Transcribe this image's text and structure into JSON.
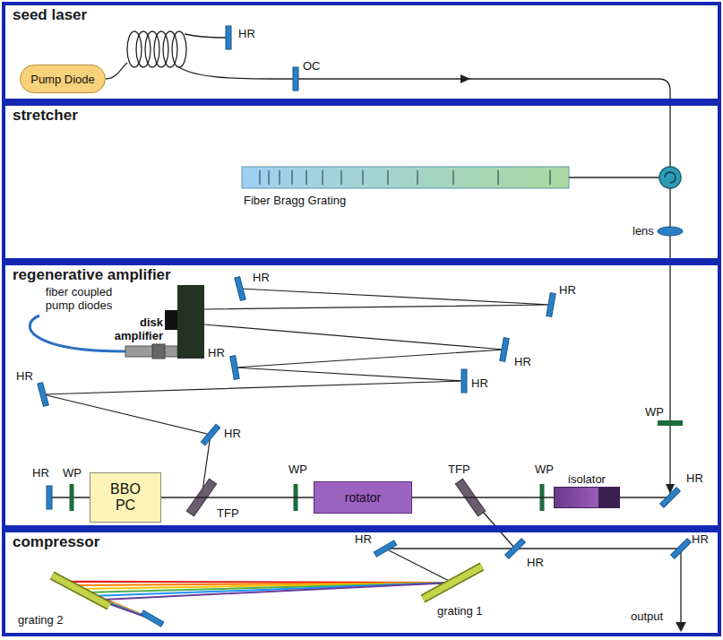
{
  "diagram": {
    "nodes": [
      {
        "text": [
          "seed laser"
        ]
      },
      {
        "text": [
          "stretcher"
        ]
      },
      {
        "text": [
          "regenerative amplifier"
        ]
      },
      {
        "text": [
          "compressor"
        ]
      },
      {
        "text": [
          "Pump Diode"
        ],
        "in": 0
      },
      {
        "text": [
          "BBO PC"
        ],
        "in": 2
      },
      {
        "text": [
          "rotator"
        ],
        "in": 2
      },
      {
        "text": [
          "isolator"
        ],
        "in": 2
      }
    ],
    "edges": [
      {
        "from": 5,
        "to": 6,
        "arrow": "none"
      },
      {
        "from": 6,
        "to": 7,
        "arrow": "none"
      }
    ],
    "labels": [
      "HR",
      "OC",
      "Fiber Bragg Grating",
      "lens",
      "fiber coupled pump diodes",
      "disk amplifier",
      "HR",
      "HR",
      "HR",
      "HR",
      "HR",
      "HR",
      "HR",
      "WP",
      "HR",
      "WP",
      "TFP",
      "WP",
      "TFP",
      "WP",
      "HR",
      "HR",
      "HR",
      "HR",
      "grating 1",
      "grating 2",
      "output"
    ]
  }
}
